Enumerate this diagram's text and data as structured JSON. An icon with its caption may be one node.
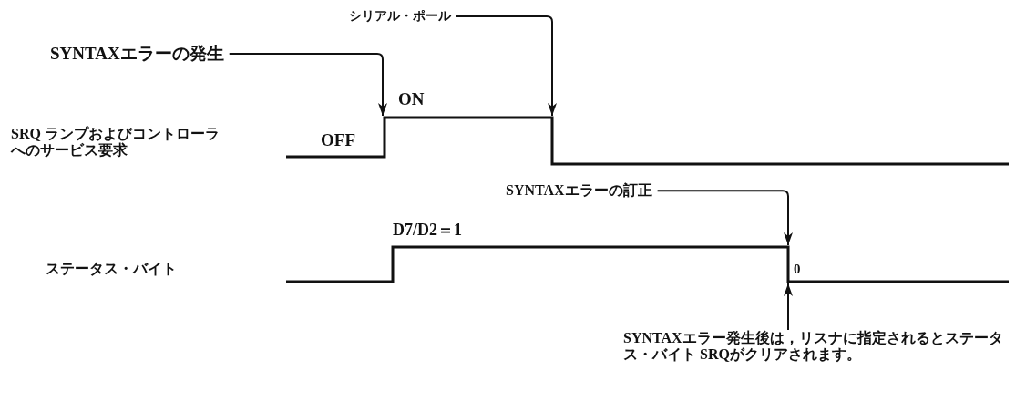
{
  "diagram": {
    "nodes": [
      {
        "text": [
          "SYNTAXエラーの発生"
        ]
      },
      {
        "text": [
          "シリアル・ポール"
        ]
      },
      {
        "text": [
          "SYNTAXエラーの訂正"
        ]
      },
      {
        "text": [
          "SYNTAXエラー発生後は，リスナに指定されるとステータス・バイト SRQがクリアされます。"
        ]
      },
      {
        "text": [],
        "shape": "waveform"
      },
      {
        "text": [],
        "shape": "waveform"
      }
    ],
    "edges": [
      {
        "from": 0,
        "to": 4,
        "arrow": "to"
      },
      {
        "from": 1,
        "to": 4,
        "arrow": "to"
      },
      {
        "from": 2,
        "to": 5,
        "arrow": "to"
      },
      {
        "from": 3,
        "to": 5,
        "arrow": "to"
      }
    ],
    "labels": [
      "ON",
      "SRQ ランプおよびコントローラへのサービス要求",
      "OFF",
      "D7/D2＝1",
      "ステータス・バイト",
      "0"
    ]
  }
}
